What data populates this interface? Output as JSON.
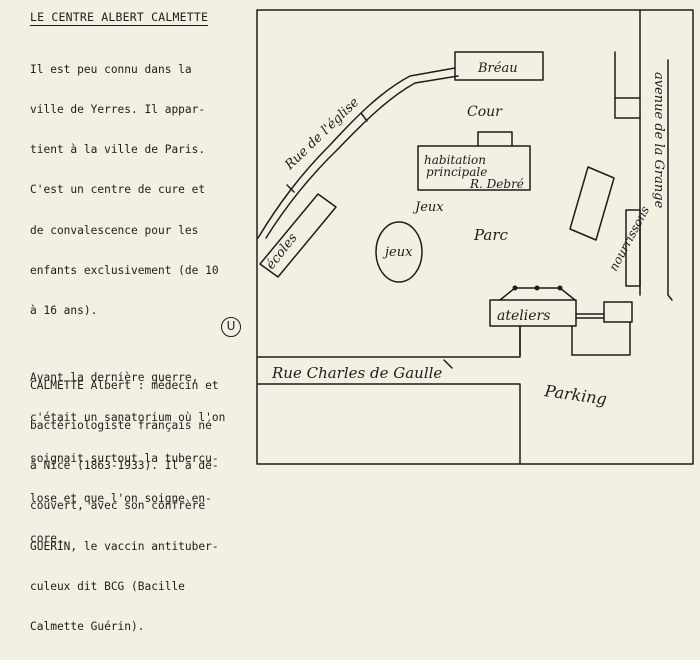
{
  "title": "LE CENTRE ALBERT CALMETTE",
  "intro_lines": [
    "Il est peu connu dans la",
    "ville de Yerres. Il appar-",
    "tient à la ville de Paris.",
    "C'est un centre de cure et",
    "de convalescence pour les",
    "enfants exclusivement (de 10",
    "à 16 ans)."
  ],
  "history_lines": [
    "Avant la dernière guerre,",
    "c'était un sanatorium où l'on",
    "soignait surtout la tubercu-",
    "lose et que l'on soigne en-",
    "core."
  ],
  "logo_letter": "U",
  "note_lines": [
    "CALMETTE Albert : médecin et",
    "bactériologiste français né",
    "à Nice (1863-1933). Il a dé-",
    "couvert, avec son confrère",
    "GUERIN, le vaccin antituber-",
    "culeux dit BCG (Bacille",
    "Calmette Guérin)."
  ],
  "map": {
    "breau": "Bréau",
    "cour": "Cour",
    "habitation_1": "habitation",
    "habitation_2": "principale",
    "habitation_3": "R. Debré",
    "jeux_label": "Jeux",
    "jeux_circle": "jeux",
    "parc": "Parc",
    "ecoles": "écoles",
    "ateliers": "ateliers",
    "nourrissons": "nourrissons",
    "rue_eglise": "Rue de l'église",
    "avenue_grange": "avenue de la Grange",
    "rue_gaulle": "Rue Charles de Gaulle",
    "parking": "Parking"
  }
}
